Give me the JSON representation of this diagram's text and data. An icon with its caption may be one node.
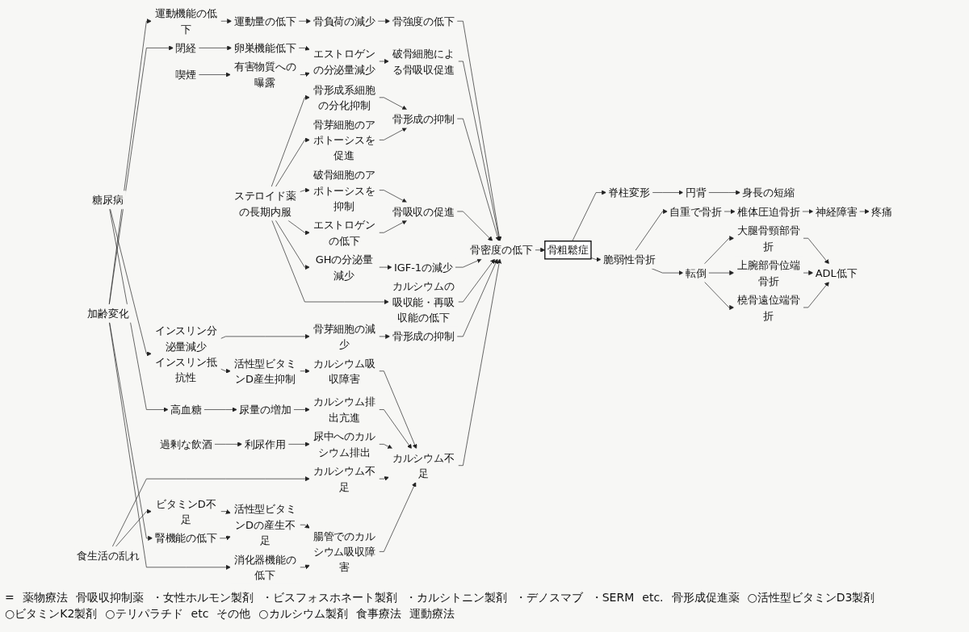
{
  "diagram": {
    "nodes": [
      {
        "text": [
          "糖尿病"
        ]
      },
      {
        "text": [
          "インスリン分泌量減少",
          "インスリン抵抗性"
        ]
      },
      {
        "text": [
          "高血糖"
        ]
      },
      {
        "text": [
          "骨芽細胞の減少"
        ]
      },
      {
        "text": [
          "活性型ビタミンD産生抑制"
        ]
      },
      {
        "text": [
          "尿量の増加"
        ]
      },
      {
        "text": [
          "骨形成の抑制"
        ]
      },
      {
        "text": [
          "カルシウム吸収障害"
        ]
      },
      {
        "text": [
          "カルシウム排出亢進"
        ]
      },
      {
        "text": [
          "過剰な飲酒"
        ]
      },
      {
        "text": [
          "利尿作用"
        ]
      },
      {
        "text": [
          "尿中へのカルシウム排出"
        ]
      },
      {
        "text": [
          "食生活の乱れ"
        ]
      },
      {
        "text": [
          "カルシウム不足"
        ]
      },
      {
        "text": [
          "ビタミンD不足"
        ]
      },
      {
        "text": [
          "加齢変化"
        ]
      },
      {
        "text": [
          "腎機能の低下"
        ]
      },
      {
        "text": [
          "消化器機能の低下"
        ]
      },
      {
        "text": [
          "運動機能の低下"
        ]
      },
      {
        "text": [
          "閉経"
        ]
      },
      {
        "text": [
          "活性型ビタミンDの産生不足"
        ]
      },
      {
        "text": [
          "腸管でのカルシウム吸収障害"
        ]
      },
      {
        "text": [
          "運動量の低下"
        ]
      },
      {
        "text": [
          "骨負荷の減少"
        ]
      },
      {
        "text": [
          "骨強度の低下"
        ]
      },
      {
        "text": [
          "卵巣機能低下"
        ]
      },
      {
        "text": [
          "エストロゲンの分泌量減少"
        ]
      },
      {
        "text": [
          "破骨細胞による骨吸収促進"
        ]
      },
      {
        "text": [
          "喫煙"
        ]
      },
      {
        "text": [
          "有害物質への曝露"
        ]
      },
      {
        "text": [
          "ステロイド薬の長期内服"
        ]
      },
      {
        "text": [
          "骨形成系細胞の分化抑制"
        ]
      },
      {
        "text": [
          "骨芽細胞のアポトーシスを促進"
        ]
      },
      {
        "text": [
          "破骨細胞のアポトーシスを抑制"
        ]
      },
      {
        "text": [
          "エストロゲンの低下"
        ]
      },
      {
        "text": [
          "GHの分泌量減少"
        ]
      },
      {
        "text": [
          "カルシウムの吸収能・再吸収能の低下"
        ]
      },
      {
        "text": [
          "骨形成の抑制"
        ]
      },
      {
        "text": [
          "骨吸収の促進"
        ]
      },
      {
        "text": [
          "IGF-1の減少"
        ]
      },
      {
        "text": [
          "カルシウム不足"
        ]
      },
      {
        "text": [
          "骨密度の低下"
        ]
      },
      {
        "text": [
          "骨粗鬆症"
        ]
      },
      {
        "text": [
          "脊柱変形"
        ]
      },
      {
        "text": [
          "脆弱性骨折"
        ]
      },
      {
        "text": [
          "円背"
        ]
      },
      {
        "text": [
          "身長の短縮"
        ]
      },
      {
        "text": [
          "自重で骨折"
        ]
      },
      {
        "text": [
          "転倒"
        ]
      },
      {
        "text": [
          "椎体圧迫骨折"
        ]
      },
      {
        "text": [
          "神経障害"
        ]
      },
      {
        "text": [
          "疼痛"
        ]
      },
      {
        "text": [
          "大腿骨頸部骨折"
        ]
      },
      {
        "text": [
          "上腕部骨位端骨折"
        ]
      },
      {
        "text": [
          "橈骨遠位端骨折"
        ]
      },
      {
        "text": [
          "ADL低下"
        ]
      }
    ],
    "edges": [
      {
        "from": 0,
        "to": 1,
        "arrow": "to"
      },
      {
        "from": 0,
        "to": 2,
        "arrow": "to"
      },
      {
        "from": 1,
        "to": 3,
        "arrow": "to"
      },
      {
        "from": 1,
        "to": 4,
        "arrow": "to"
      },
      {
        "from": 3,
        "to": 6,
        "arrow": "to"
      },
      {
        "from": 4,
        "to": 7,
        "arrow": "to"
      },
      {
        "from": 2,
        "to": 5,
        "arrow": "to"
      },
      {
        "from": 5,
        "to": 8,
        "arrow": "to"
      },
      {
        "from": 7,
        "to": 40,
        "arrow": "to"
      },
      {
        "from": 8,
        "to": 40,
        "arrow": "to"
      },
      {
        "from": 9,
        "to": 10,
        "arrow": "to"
      },
      {
        "from": 10,
        "to": 11,
        "arrow": "to"
      },
      {
        "from": 11,
        "to": 40,
        "arrow": "to"
      },
      {
        "from": 12,
        "to": 13,
        "arrow": "to"
      },
      {
        "from": 12,
        "to": 14,
        "arrow": "to"
      },
      {
        "from": 13,
        "to": 40,
        "arrow": "to"
      },
      {
        "from": 14,
        "to": 20,
        "arrow": "to"
      },
      {
        "from": 15,
        "to": 16,
        "arrow": "to"
      },
      {
        "from": 15,
        "to": 17,
        "arrow": "to"
      },
      {
        "from": 15,
        "to": 18,
        "arrow": "to"
      },
      {
        "from": 15,
        "to": 19,
        "arrow": "to"
      },
      {
        "from": 16,
        "to": 20,
        "arrow": "to"
      },
      {
        "from": 20,
        "to": 21,
        "arrow": "to"
      },
      {
        "from": 17,
        "to": 21,
        "arrow": "to"
      },
      {
        "from": 21,
        "to": 40,
        "arrow": "to"
      },
      {
        "from": 18,
        "to": 22,
        "arrow": "to"
      },
      {
        "from": 22,
        "to": 23,
        "arrow": "to"
      },
      {
        "from": 23,
        "to": 24,
        "arrow": "to"
      },
      {
        "from": 24,
        "to": 41,
        "arrow": "to"
      },
      {
        "from": 19,
        "to": 25,
        "arrow": "to"
      },
      {
        "from": 25,
        "to": 26,
        "arrow": "to"
      },
      {
        "from": 26,
        "to": 27,
        "arrow": "to"
      },
      {
        "from": 27,
        "to": 41,
        "arrow": "to"
      },
      {
        "from": 28,
        "to": 29,
        "arrow": "to"
      },
      {
        "from": 29,
        "to": 26,
        "arrow": "to"
      },
      {
        "from": 30,
        "to": 31,
        "arrow": "to"
      },
      {
        "from": 30,
        "to": 32,
        "arrow": "to"
      },
      {
        "from": 30,
        "to": 33,
        "arrow": "to"
      },
      {
        "from": 30,
        "to": 34,
        "arrow": "to"
      },
      {
        "from": 30,
        "to": 35,
        "arrow": "to"
      },
      {
        "from": 30,
        "to": 36,
        "arrow": "to"
      },
      {
        "from": 31,
        "to": 37,
        "arrow": "to"
      },
      {
        "from": 32,
        "to": 37,
        "arrow": "to"
      },
      {
        "from": 33,
        "to": 38,
        "arrow": "to"
      },
      {
        "from": 34,
        "to": 38,
        "arrow": "to"
      },
      {
        "from": 35,
        "to": 39,
        "arrow": "to"
      },
      {
        "from": 37,
        "to": 41,
        "arrow": "to"
      },
      {
        "from": 38,
        "to": 41,
        "arrow": "to"
      },
      {
        "from": 39,
        "to": 41,
        "arrow": "to"
      },
      {
        "from": 36,
        "to": 41,
        "arrow": "to"
      },
      {
        "from": 6,
        "to": 41,
        "arrow": "to"
      },
      {
        "from": 40,
        "to": 41,
        "arrow": "to"
      },
      {
        "from": 41,
        "to": 42,
        "arrow": "to"
      },
      {
        "from": 42,
        "to": 43,
        "arrow": "to"
      },
      {
        "from": 42,
        "to": 44,
        "arrow": "to"
      },
      {
        "from": 43,
        "to": 45,
        "arrow": "to"
      },
      {
        "from": 45,
        "to": 46,
        "arrow": "to"
      },
      {
        "from": 44,
        "to": 47,
        "arrow": "to"
      },
      {
        "from": 44,
        "to": 48,
        "arrow": "to"
      },
      {
        "from": 47,
        "to": 49,
        "arrow": "to"
      },
      {
        "from": 49,
        "to": 50,
        "arrow": "to"
      },
      {
        "from": 50,
        "to": 51,
        "arrow": "to"
      },
      {
        "from": 48,
        "to": 52,
        "arrow": "to"
      },
      {
        "from": 48,
        "to": 53,
        "arrow": "to"
      },
      {
        "from": 48,
        "to": 54,
        "arrow": "to"
      },
      {
        "from": 52,
        "to": 55,
        "arrow": "to"
      },
      {
        "from": 53,
        "to": 55,
        "arrow": "to"
      },
      {
        "from": 54,
        "to": 55,
        "arrow": "to"
      }
    ],
    "labels": [
      "=",
      "薬物療法",
      "骨吸収抑制薬",
      "・女性ホルモン製剤",
      "・ビスフォスホネート製剤",
      "・カルシトニン製剤",
      "・デノスマブ",
      "・SERM",
      "etc.",
      "骨形成促進薬",
      "○活性型ビタミンD3製剤",
      "○ビタミンK2製剤",
      "○テリパラチド",
      "etc",
      "その他",
      "○カルシウム製剤",
      "食事療法",
      "運動療法"
    ]
  }
}
